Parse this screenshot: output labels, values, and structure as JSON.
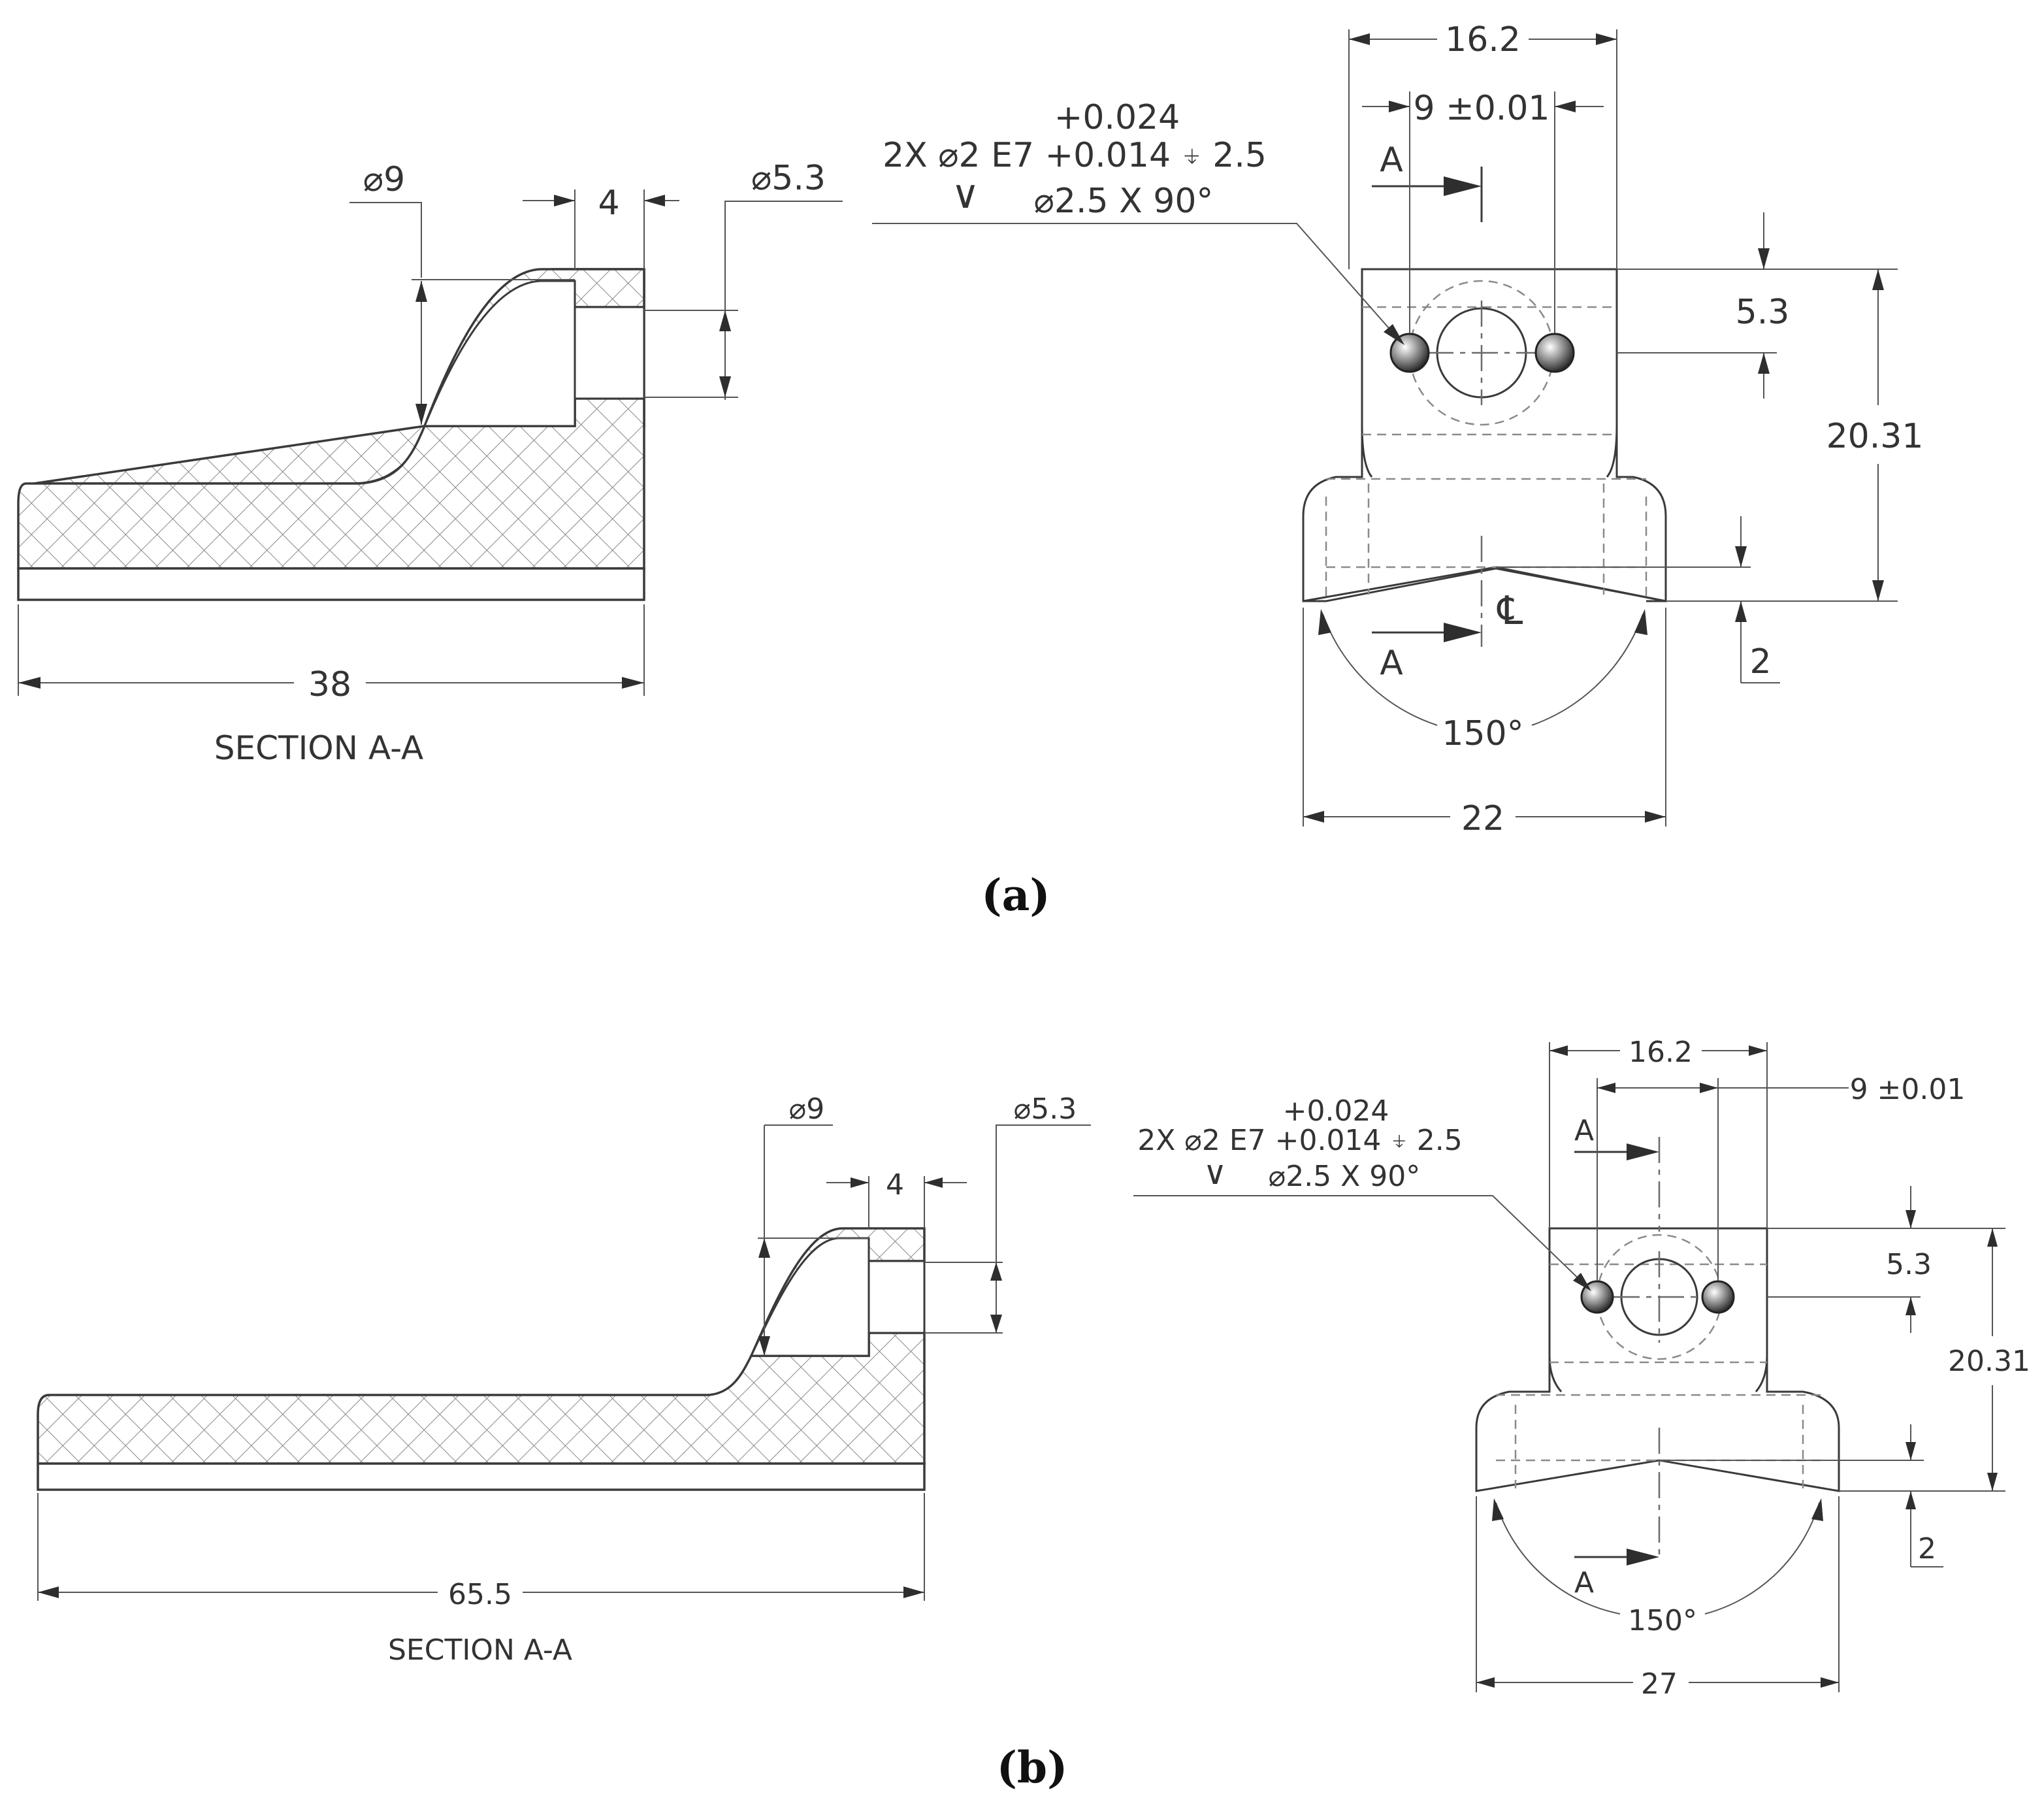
{
  "figure": {
    "panel_a": {
      "label": "(a)",
      "section": {
        "title": "SECTION A-A",
        "dia_large": "⌀9",
        "width_small": "4",
        "dia_small": "⌀5.3",
        "length": "38"
      },
      "front": {
        "callout_tol_upper": "+0.024",
        "callout_hole": "2X  ⌀2 E7 +0.014 ⍖ 2.5",
        "callout_csk": "⌀2.5 X 90°",
        "csk_symbol": "∨",
        "width_top": "16.2",
        "hole_spacing": "9 ±0.01",
        "hole_height": "5.3",
        "height": "20.31",
        "base_depth": "2",
        "angle": "150°",
        "base_width": "22",
        "section_mark": "A",
        "centerline_symbol": "℄"
      }
    },
    "panel_b": {
      "label": "(b)",
      "section": {
        "title": "SECTION A-A",
        "dia_large": "⌀9",
        "width_small": "4",
        "dia_small": "⌀5.3",
        "length": "65.5"
      },
      "front": {
        "callout_tol_upper": "+0.024",
        "callout_hole": "2X  ⌀2 E7 +0.014 ⍖ 2.5",
        "callout_csk": "⌀2.5 X 90°",
        "csk_symbol": "∨",
        "width_top": "16.2",
        "hole_spacing": "9 ±0.01",
        "hole_height": "5.3",
        "height": "20.31",
        "base_depth": "2",
        "angle": "150°",
        "base_width": "27",
        "section_mark": "A"
      }
    }
  }
}
